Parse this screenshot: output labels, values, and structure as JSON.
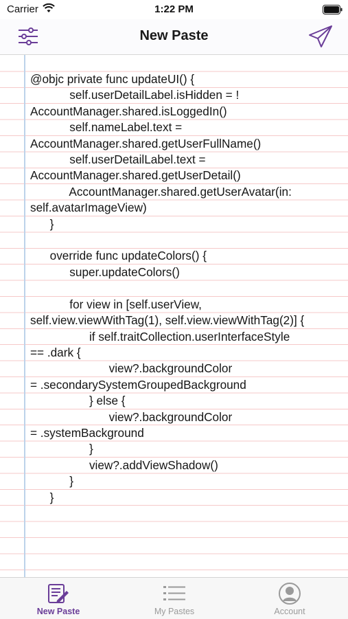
{
  "status": {
    "carrier": "Carrier",
    "time": "1:22 PM"
  },
  "nav": {
    "title": "New Paste"
  },
  "colors": {
    "accent": "#6a3d98",
    "inactive": "#9a9a9a",
    "ruled_line": "#f6c9c9",
    "margin_line": "#bcd3ea"
  },
  "editor": {
    "code": "@objc private func updateUI() {\n            self.userDetailLabel.isHidden = !\nAccountManager.shared.isLoggedIn()\n            self.nameLabel.text =\nAccountManager.shared.getUserFullName()\n            self.userDetailLabel.text =\nAccountManager.shared.getUserDetail()\n            AccountManager.shared.getUserAvatar(in:\nself.avatarImageView)\n      }\n\n      override func updateColors() {\n            super.updateColors()\n\n            for view in [self.userView,\nself.view.viewWithTag(1), self.view.viewWithTag(2)] {\n                  if self.traitCollection.userInterfaceStyle\n== .dark {\n                        view?.backgroundColor\n= .secondarySystemGroupedBackground\n                  } else {\n                        view?.backgroundColor\n= .systemBackground\n                  }\n                  view?.addViewShadow()\n            }\n      }"
  },
  "tabs": [
    {
      "label": "New Paste",
      "icon": "compose-icon",
      "active": true
    },
    {
      "label": "My Pastes",
      "icon": "list-icon",
      "active": false
    },
    {
      "label": "Account",
      "icon": "person-circle-icon",
      "active": false
    }
  ]
}
